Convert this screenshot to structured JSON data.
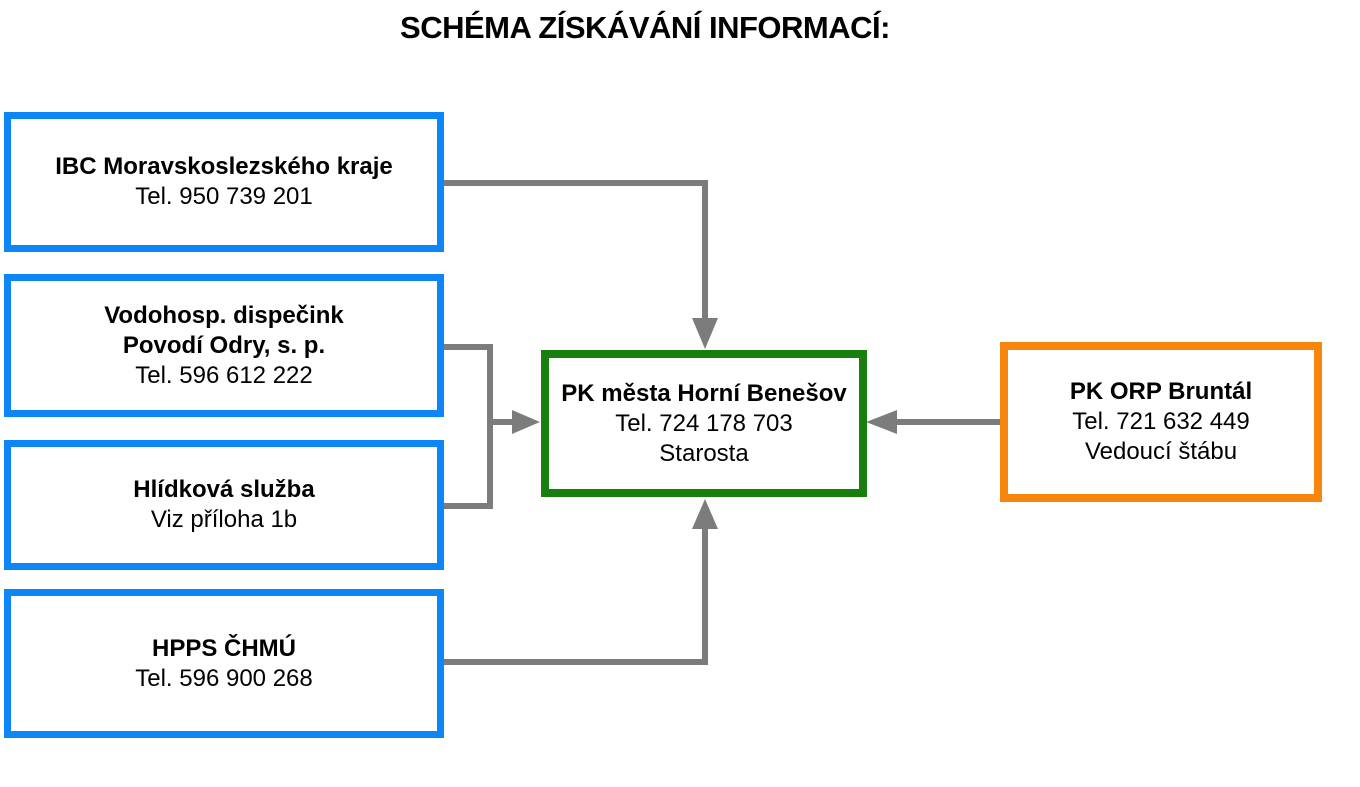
{
  "title": "SCHÉMA ZÍSKÁVÁNÍ INFORMACÍ:",
  "colors": {
    "source-border": "#0D87F8",
    "center-border": "#187F0F",
    "partner-border": "#F8860D",
    "arrow": "#7C7C7C",
    "text": "#000000",
    "background": "#FFFFFF"
  },
  "boxes": {
    "ibc": {
      "line1": "IBC Moravskoslezského kraje",
      "line2": "Tel. 950 739 201"
    },
    "vodohosp": {
      "line1": "Vodohosp. dispečink",
      "line2": "Povodí Odry, s. p.",
      "line3": "Tel. 596 612 222"
    },
    "hlidkova": {
      "line1": "Hlídková služba",
      "line2": "Viz příloha 1b"
    },
    "hpps": {
      "line1": "HPPS ČHMÚ",
      "line2": "Tel. 596 900 268"
    },
    "pk_mesta": {
      "line1": "PK města Horní Benešov",
      "line2": "Tel. 724 178 703",
      "line3": "Starosta"
    },
    "pk_orp": {
      "line1": "PK ORP Bruntál",
      "line2": "Tel. 721 632 449",
      "line3": "Vedoucí štábu"
    }
  },
  "connections": [
    {
      "from": "IBC Moravskoslezského kraje",
      "to": "PK města Horní Benešov"
    },
    {
      "from": "Vodohosp. dispečink Povodí Odry, s. p.",
      "to": "PK města Horní Benešov"
    },
    {
      "from": "Hlídková služba",
      "to": "PK města Horní Benešov"
    },
    {
      "from": "HPPS ČHMÚ",
      "to": "PK města Horní Benešov"
    },
    {
      "from": "PK ORP Bruntál",
      "to": "PK města Horní Benešov"
    }
  ]
}
